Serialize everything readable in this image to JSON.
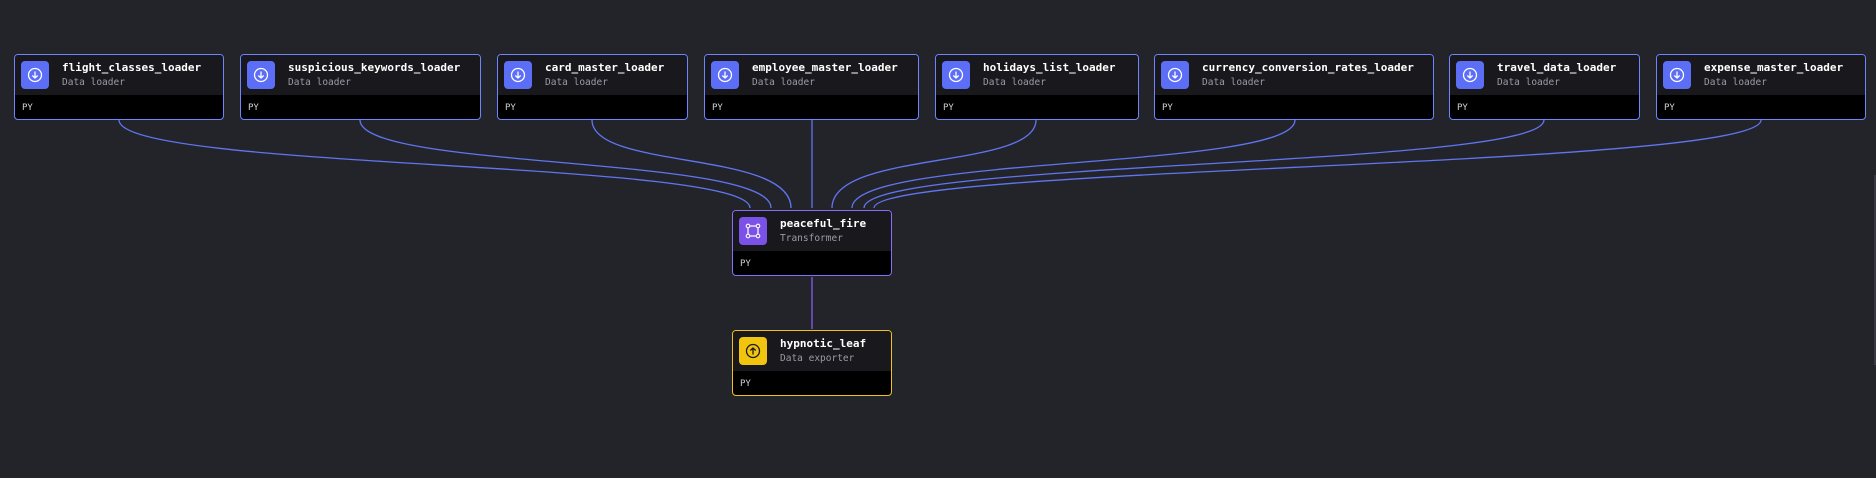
{
  "loaders": [
    {
      "name": "flight_classes_loader",
      "type": "Data loader",
      "lang": "PY"
    },
    {
      "name": "suspicious_keywords_loader",
      "type": "Data loader",
      "lang": "PY"
    },
    {
      "name": "card_master_loader",
      "type": "Data loader",
      "lang": "PY"
    },
    {
      "name": "employee_master_loader",
      "type": "Data loader",
      "lang": "PY"
    },
    {
      "name": "holidays_list_loader",
      "type": "Data loader",
      "lang": "PY"
    },
    {
      "name": "currency_conversion_rates_loader",
      "type": "Data loader",
      "lang": "PY"
    },
    {
      "name": "travel_data_loader",
      "type": "Data loader",
      "lang": "PY"
    },
    {
      "name": "expense_master_loader",
      "type": "Data loader",
      "lang": "PY"
    }
  ],
  "transformer": {
    "name": "peaceful_fire",
    "type": "Transformer",
    "lang": "PY"
  },
  "exporter": {
    "name": "hypnotic_leaf",
    "type": "Data exporter",
    "lang": "PY"
  },
  "colors": {
    "loader": "#6f84ff",
    "transformer": "#8b6cf6",
    "exporter": "#f2c21a",
    "edge_loader": "#6075f0",
    "edge_transformer": "#8a5cf0"
  },
  "icons": {
    "loader": "download-arrow-icon",
    "transformer": "transform-square-icon",
    "exporter": "upload-arrow-icon"
  }
}
